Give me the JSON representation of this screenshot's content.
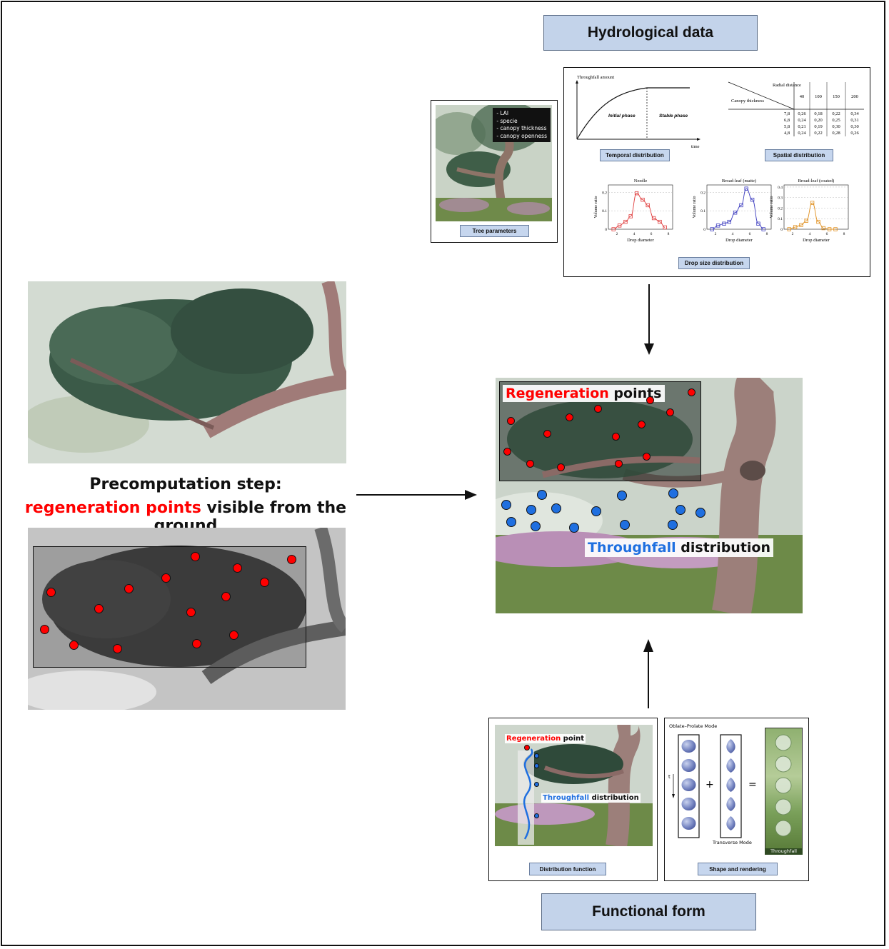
{
  "titles": {
    "hydrological": "Hydrological data",
    "functional": "Functional form"
  },
  "precomputation": {
    "line1": "Precomputation step:",
    "line2_red": "regeneration points",
    "line2_rest": " visible from the ground"
  },
  "tree_panel": {
    "params": [
      "- LAI",
      "- specie",
      "- canopy thickness",
      "- canopy openness"
    ],
    "label": "Tree parameters"
  },
  "hydro_panel": {
    "temporal_label": "Temporal distribution",
    "spatial_label": "Spatial distribution",
    "drop_label": "Drop size distribution",
    "temporal_chart": {
      "ylabel": "Throughfall amount",
      "xlabel": "time",
      "phase1": "Initial phase",
      "phase2": "Stable phase"
    },
    "spatial_table": {
      "corner_top": "Radial distance",
      "corner_bottom": "Canopy thickness",
      "columns": [
        "40",
        "100",
        "150",
        "200"
      ],
      "rows": [
        {
          "thickness": "7,8",
          "values": [
            "0,26",
            "0,18",
            "0,22",
            "0,34"
          ]
        },
        {
          "thickness": "6,8",
          "values": [
            "0,24",
            "0,20",
            "0,25",
            "0,31"
          ]
        },
        {
          "thickness": "5,8",
          "values": [
            "0,21",
            "0,19",
            "0,30",
            "0,30"
          ]
        },
        {
          "thickness": "4,8",
          "values": [
            "0,24",
            "0,22",
            "0,28",
            "0,26"
          ]
        }
      ]
    }
  },
  "chart_data": [
    {
      "type": "scatter",
      "title": "Needle",
      "xlabel": "Drop diameter",
      "ylabel": "Volume ratio",
      "xlim": [
        1,
        8.5
      ],
      "ylim": [
        0,
        0.24
      ],
      "xticks": [
        "2",
        "4",
        "6",
        "8"
      ],
      "yticks": [
        "0",
        "0.1",
        "0.2"
      ],
      "color": "#e04040",
      "x": [
        1.6,
        2.3,
        3.0,
        3.6,
        4.3,
        5.0,
        5.6,
        6.3,
        7.0,
        7.6
      ],
      "values": [
        0.0,
        0.02,
        0.04,
        0.07,
        0.195,
        0.16,
        0.13,
        0.06,
        0.04,
        0.01
      ]
    },
    {
      "type": "scatter",
      "title": "Broad-leaf (matte)",
      "xlabel": "Drop diameter",
      "ylabel": "Volume ratio",
      "xlim": [
        1,
        8.5
      ],
      "ylim": [
        0,
        0.24
      ],
      "xticks": [
        "2",
        "4",
        "6",
        "8"
      ],
      "yticks": [
        "0",
        "0.1",
        "0.2"
      ],
      "color": "#4040c0",
      "x": [
        1.6,
        2.3,
        3.0,
        3.6,
        4.3,
        5.0,
        5.6,
        6.3,
        7.0,
        7.6
      ],
      "values": [
        0.0,
        0.02,
        0.03,
        0.04,
        0.09,
        0.13,
        0.22,
        0.16,
        0.03,
        0.0
      ]
    },
    {
      "type": "scatter",
      "title": "Broad-leaf (coated)",
      "xlabel": "Drop diameter",
      "ylabel": "Volume ratio",
      "xlim": [
        1,
        8.5
      ],
      "ylim": [
        0,
        0.42
      ],
      "xticks": [
        "2",
        "4",
        "6",
        "8"
      ],
      "yticks": [
        "0",
        "0.1",
        "0.2",
        "0.3",
        "0.4"
      ],
      "color": "#e09020",
      "x": [
        1.6,
        2.3,
        3.0,
        3.6,
        4.3,
        5.0,
        5.6,
        6.3,
        7.0
      ],
      "values": [
        0.0,
        0.02,
        0.04,
        0.08,
        0.25,
        0.07,
        0.01,
        0.0,
        0.0
      ]
    }
  ],
  "center": {
    "regen_red": "Regeneration",
    "regen_rest": " points",
    "through_blue": "Throughfall",
    "through_rest": " distribution"
  },
  "functional_panel": {
    "dist_label": "Distribution function",
    "regen_red": "Regeneration",
    "regen_rest": " point",
    "through_blue": "Throughfall",
    "through_rest": " distribution",
    "shape_label": "Shape and rendering",
    "oblate_label": "Oblate–Prolate Mode",
    "transverse_label": "Transverse Mode",
    "t_label": "t",
    "plus": "+",
    "equals": "=",
    "throughfall_caption": "Throughfall"
  },
  "colors": {
    "red": "#ff0000",
    "blue": "#1f6fe0",
    "title_bg": "#c3d3ea"
  }
}
